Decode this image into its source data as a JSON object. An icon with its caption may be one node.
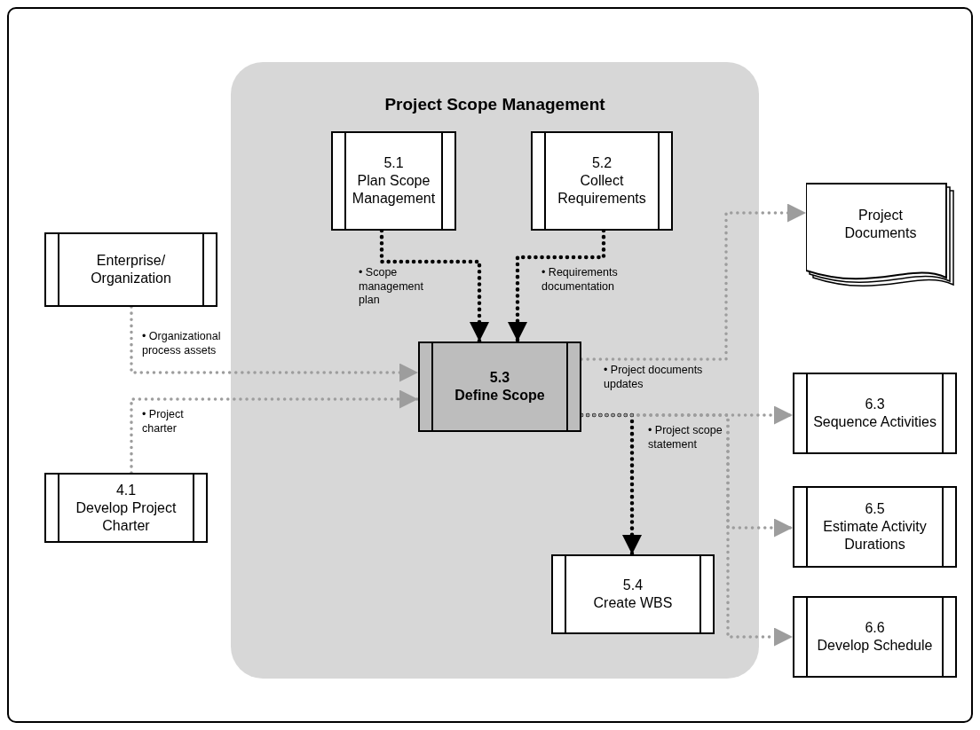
{
  "diagram": {
    "nodes": [
      {
        "text": [
          "Project Scope Management"
        ]
      },
      {
        "text": [
          "5.1",
          "Plan Scope Management"
        ],
        "in": 0
      },
      {
        "text": [
          "5.2",
          "Collect Requirements"
        ],
        "in": 0
      },
      {
        "text": [
          "Enterprise/ Organization"
        ]
      },
      {
        "text": [
          "5.3",
          "Define Scope"
        ],
        "in": 0
      },
      {
        "text": [
          "4.1",
          "Develop Project Charter"
        ]
      },
      {
        "text": [
          "Project Documents"
        ]
      },
      {
        "text": [
          "6.3",
          "Sequence Activities"
        ]
      },
      {
        "text": [
          "6.5",
          "Estimate Activity Durations"
        ]
      },
      {
        "text": [
          "5.4",
          "Create WBS"
        ],
        "in": 0
      },
      {
        "text": [
          "6.6",
          "Develop Schedule"
        ]
      }
    ],
    "edges": [
      {
        "from": 1,
        "to": 4,
        "arrow": "to",
        "label": "• Scope management plan",
        "color": "#000000"
      },
      {
        "from": 2,
        "to": 4,
        "arrow": "to",
        "label": "• Requirements documentation",
        "color": "#000000"
      },
      {
        "from": 3,
        "to": 4,
        "arrow": "to",
        "label": "• Organizational process assets"
      },
      {
        "from": 5,
        "to": 4,
        "arrow": "to",
        "label": "• Project charter"
      },
      {
        "from": 4,
        "to": 6,
        "arrow": "to",
        "label": "• Project documents updates"
      },
      {
        "from": 4,
        "to": 7,
        "arrow": "to"
      },
      {
        "from": 4,
        "to": 8,
        "arrow": "to"
      },
      {
        "from": 4,
        "to": 9,
        "arrow": "to",
        "label": "• Project scope statement",
        "color": "#000000"
      },
      {
        "from": 4,
        "to": 10,
        "arrow": "to"
      }
    ]
  }
}
